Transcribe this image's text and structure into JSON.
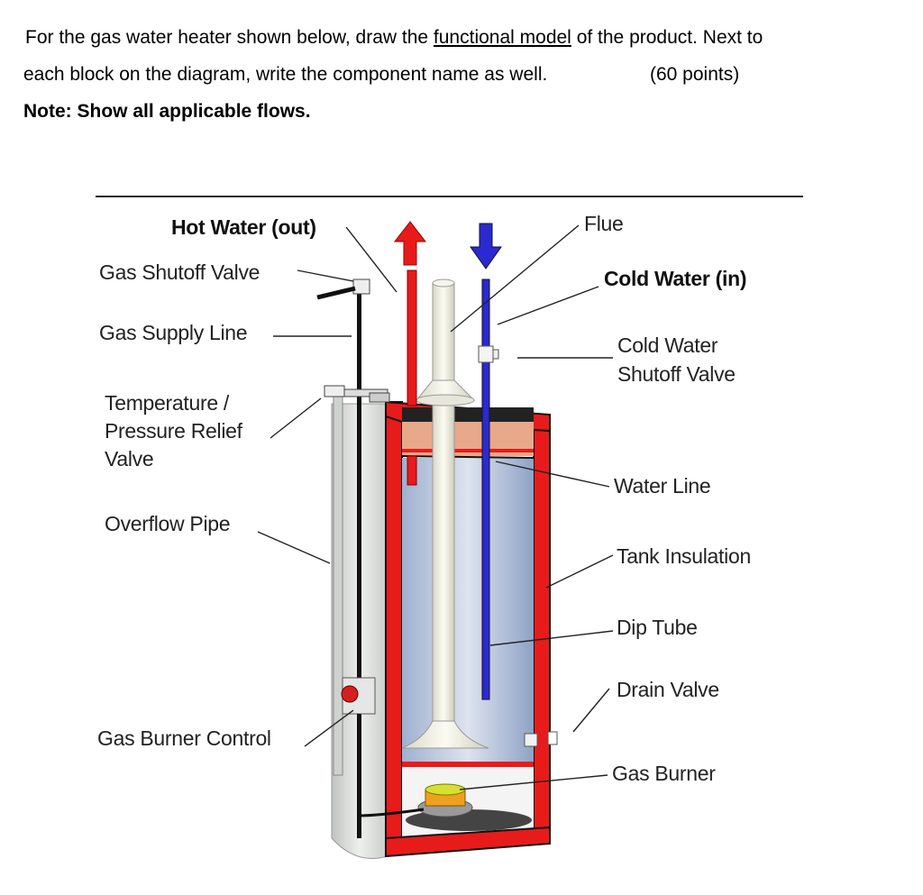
{
  "question": {
    "line1_pre": "For the gas water heater shown below, draw the ",
    "line1_link": "functional model",
    "line1_post": " of the product. Next to",
    "line2": "each block on the diagram, write the component name as well.",
    "points": "(60 points)",
    "note": "Note: Show all applicable flows."
  },
  "labels": {
    "hot_water_out": "Hot Water (out)",
    "flue": "Flue",
    "gas_shutoff_valve": "Gas Shutoff Valve",
    "cold_water_in": "Cold Water (in)",
    "gas_supply_line": "Gas Supply Line",
    "cold_water_shutoff_valve_1": "Cold Water",
    "cold_water_shutoff_valve_2": "Shutoff Valve",
    "temp_relief_1": "Temperature /",
    "temp_relief_2": "Pressure Relief",
    "temp_relief_3": "Valve",
    "water_line": "Water Line",
    "overflow_pipe": "Overflow Pipe",
    "tank_insulation": "Tank Insulation",
    "dip_tube": "Dip Tube",
    "drain_valve": "Drain Valve",
    "gas_burner_control": "Gas Burner Control",
    "gas_burner": "Gas Burner"
  },
  "colors": {
    "hot": "#e81b1b",
    "cold": "#2a2ad0",
    "shell": "#d8dcd8",
    "water": "#b8c4da",
    "flue": "#f2f2e6"
  }
}
